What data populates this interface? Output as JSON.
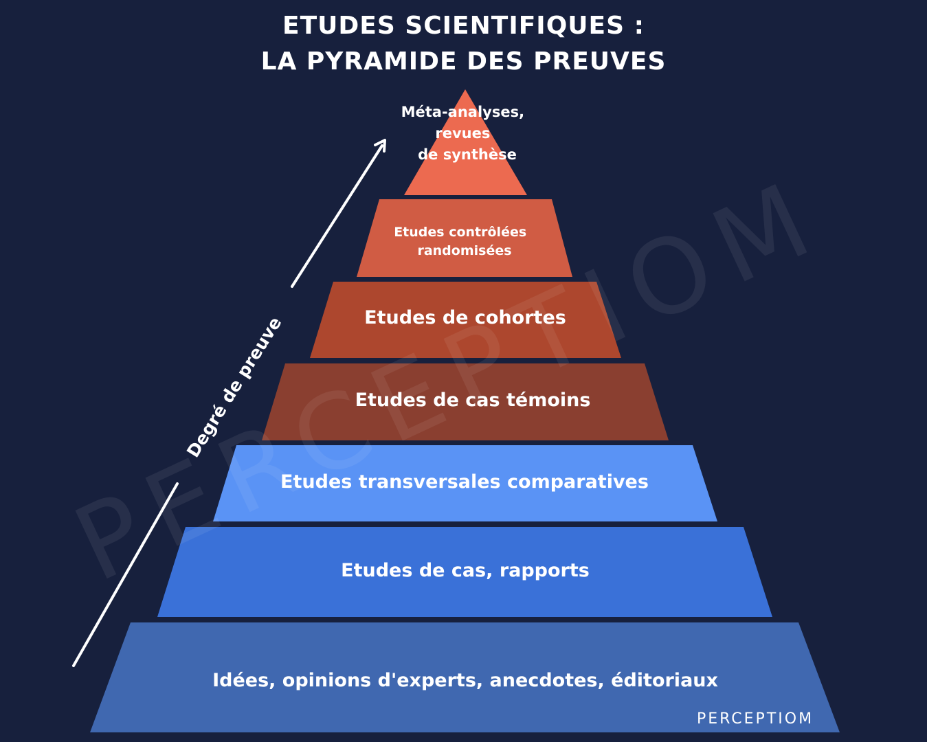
{
  "title": {
    "line1": "ETUDES SCIENTIFIQUES :",
    "line2": "LA PYRAMIDE DES PREUVES"
  },
  "arrow": {
    "label": "Degré de preuve",
    "color": "#ffffff"
  },
  "pyramid": {
    "tiers": [
      {
        "lines": [
          "Méta-analyses,",
          "revues",
          "de synthèse"
        ],
        "color": "#ec6a50"
      },
      {
        "lines": [
          "Etudes contrôlées",
          "randomisées"
        ],
        "color": "#d05c44"
      },
      {
        "lines": [
          "Etudes de cohortes"
        ],
        "color": "#ad472e"
      },
      {
        "lines": [
          "Etudes de cas témoins"
        ],
        "color": "#8a3f30"
      },
      {
        "lines": [
          "Etudes transversales comparatives"
        ],
        "color": "#5a93f5"
      },
      {
        "lines": [
          "Etudes de cas, rapports"
        ],
        "color": "#3a71d8"
      },
      {
        "lines": [
          "Idées, opinions d'experts, anecdotes, éditoriaux"
        ],
        "color": "#4068b0"
      }
    ]
  },
  "watermark": "PERCEPTIOM",
  "logo": "PERCEPTIOM",
  "colors": {
    "background": "#17203d",
    "text": "#ffffff"
  }
}
